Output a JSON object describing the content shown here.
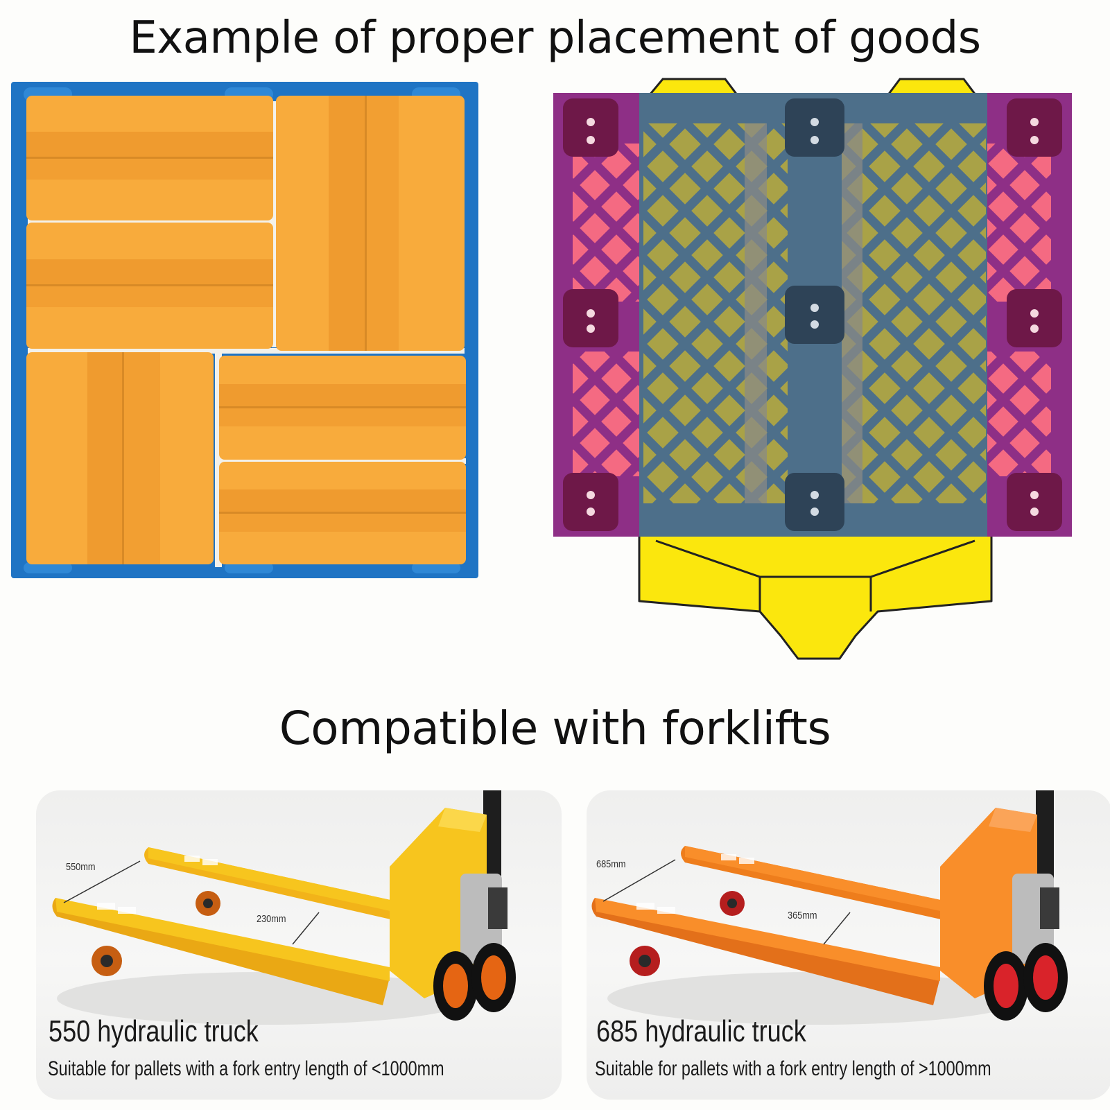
{
  "headings": {
    "placement": "Example of proper placement of goods",
    "forklifts": "Compatible with forklifts"
  },
  "trucks": [
    {
      "title": "550 hydraulic truck",
      "description": "Suitable for pallets with a fork entry length of <1000mm",
      "fork_width": "550mm",
      "fork_spacing": "230mm",
      "color": "#f7c51e"
    },
    {
      "title": "685 hydraulic truck",
      "description": "Suitable for pallets with a fork entry length of >1000mm",
      "fork_width": "685mm",
      "fork_spacing": "365mm",
      "color": "#f98e2a"
    }
  ],
  "colors": {
    "pallet_blue": "#1f74c4",
    "box_orange": "#f8ab3c",
    "pallet_purple": "#8e2f86",
    "pallet_slate": "#4d6f8a",
    "pallet_pink": "#f46a82",
    "forklift_yellow": "#fbe70d"
  },
  "icons": {
    "goods_layout": "pallet-with-boxes-icon",
    "forklift_pallet": "pallet-on-forklift-icon",
    "truck": "pallet-jack-icon"
  }
}
